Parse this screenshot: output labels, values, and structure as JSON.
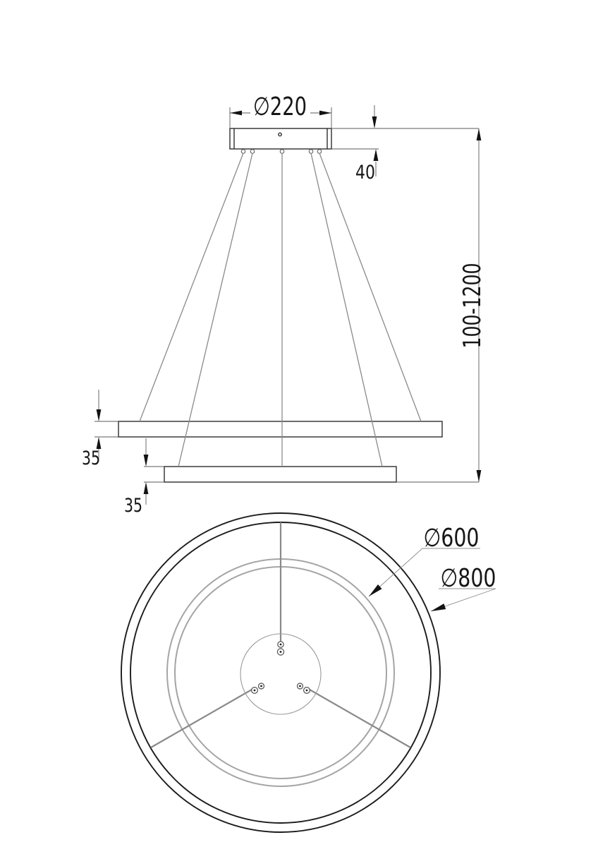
{
  "drawing": {
    "type": "pendant-lamp-dimension-drawing",
    "background": "#ffffff",
    "colors": {
      "object_line": "#2e2e2e",
      "ring_800_plan": "#1b1b1b",
      "ring_600_plan": "#a5a5a5",
      "suspension_wire": "#8a8a8a",
      "dimension_line": "#5a5a5a",
      "arrowhead": "#131313",
      "text": "#161616"
    },
    "side_view": {
      "dims": {
        "canopy_diameter": "∅220",
        "canopy_height": "40",
        "suspension_range": "100-1200",
        "ring_800_height": "35",
        "ring_600_height": "35"
      }
    },
    "plan_view": {
      "dims": {
        "ring_600_diameter": "∅600",
        "ring_800_diameter": "∅800"
      }
    }
  }
}
